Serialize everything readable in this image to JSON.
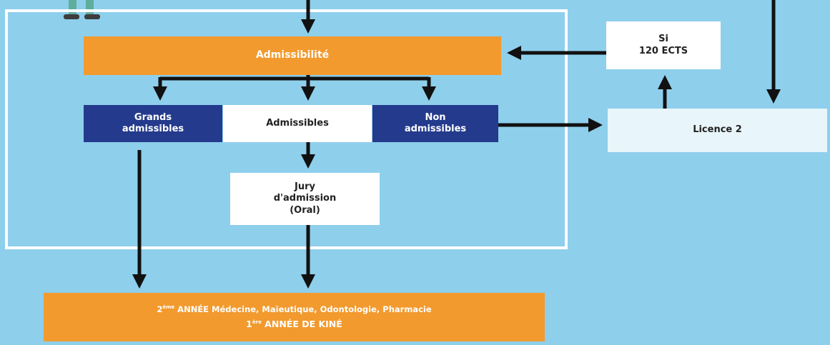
{
  "nodes": {
    "admissibilite": "Admissibilité",
    "grands_admissibles": "Grands\nadmissibles",
    "admissibles": "Admissibles",
    "non_admissibles": "Non\nadmissibles",
    "jury": "Jury\nd'admission\n(Oral)",
    "si_ects": "Si\n120 ECTS",
    "licence": "Licence 2",
    "final_line1_prefix": "2",
    "final_line1_sup": "ème",
    "final_line1_rest": " ANNÉE Médecine, Maïeutique, Odontologie, Pharmacie",
    "final_line2_prefix": "1",
    "final_line2_sup": "ère",
    "final_line2_rest": " ANNÉE DE KINÉ"
  },
  "colors": {
    "background": "#8ecfec",
    "orange": "#f29a2e",
    "navy": "#243a8c",
    "white": "#ffffff",
    "pale": "#e8f5fa",
    "arrow": "#111111"
  }
}
